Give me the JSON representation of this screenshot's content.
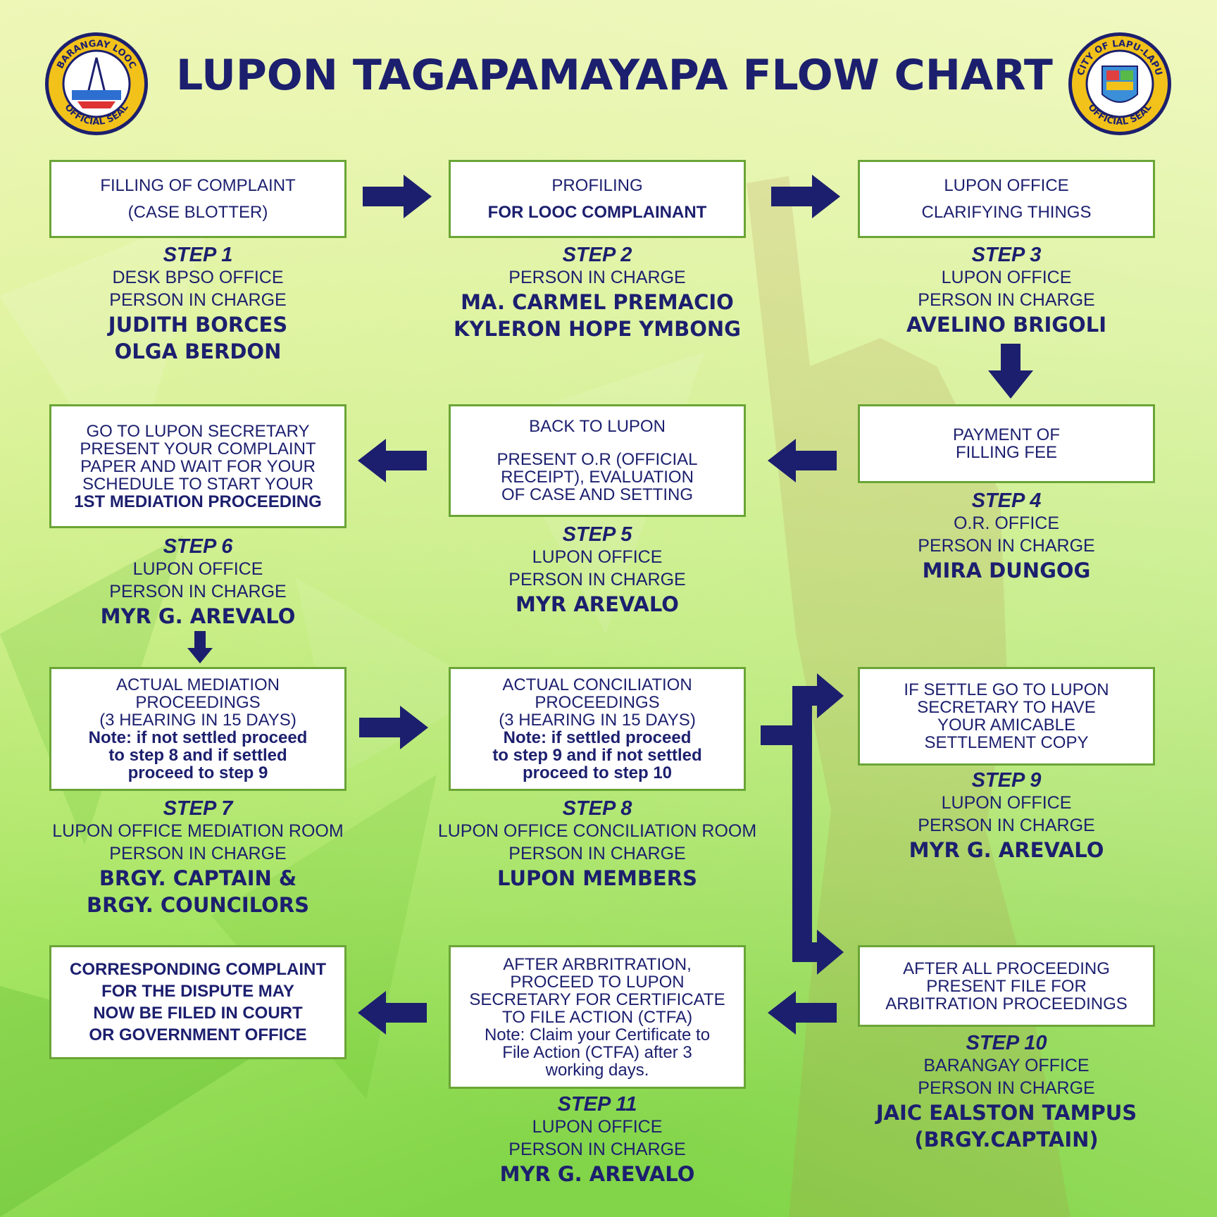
{
  "title": "LUPON TAGAPAMAYAPA FLOW CHART",
  "seal_left": {
    "top_text": "BARANGAY LOOC",
    "bottom_text": "OFFICIAL SEAL"
  },
  "seal_right": {
    "top_text": "CITY OF LAPU-LAPU",
    "bottom_text": "OFFICIAL SEAL"
  },
  "colors": {
    "navy": "#1c1f6e",
    "box_border": "#6aa536",
    "green": "#7cd93a",
    "yellow": "#f4f6a0"
  },
  "boxes": {
    "b1": {
      "line1": "FILLING OF COMPLAINT",
      "line2": "(CASE BLOTTER)"
    },
    "b2": {
      "line1": "PROFILING",
      "line2": "FOR LOOC COMPLAINANT"
    },
    "b3": {
      "line1": "LUPON OFFICE",
      "line2": "CLARIFYING THINGS"
    },
    "b4": {
      "line1": "PAYMENT OF",
      "line2": "FILLING FEE"
    },
    "b5": {
      "line1": "BACK TO LUPON",
      "line2": "PRESENT O.R (OFFICIAL",
      "line3": "RECEIPT), EVALUATION",
      "line4": "OF CASE AND SETTING"
    },
    "b6": {
      "line1": "GO TO LUPON SECRETARY",
      "line2": "PRESENT YOUR COMPLAINT",
      "line3": "PAPER AND WAIT FOR YOUR",
      "line4": "SCHEDULE TO START YOUR",
      "line5": "1ST MEDIATION PROCEEDING"
    },
    "b7": {
      "line1": "ACTUAL MEDIATION",
      "line2": "PROCEEDINGS",
      "line3": "(3 HEARING IN 15 DAYS)",
      "line4": "Note: if not settled proceed",
      "line5": "to step 8 and if settled",
      "line6": "proceed to step 9"
    },
    "b8": {
      "line1": "ACTUAL CONCILIATION",
      "line2": "PROCEEDINGS",
      "line3": "(3 HEARING IN 15 DAYS)",
      "line4": "Note: if settled proceed",
      "line5": "to step 9 and if not settled",
      "line6": "proceed to step 10"
    },
    "b9": {
      "line1": "IF SETTLE GO TO LUPON",
      "line2": "SECRETARY TO HAVE",
      "line3": "YOUR AMICABLE",
      "line4": "SETTLEMENT COPY"
    },
    "b10": {
      "line1": "AFTER ALL PROCEEDING",
      "line2": "PRESENT FILE FOR",
      "line3": "ARBITRATION PROCEEDINGS"
    },
    "b11": {
      "line1": "AFTER ARBRITRATION,",
      "line2": "PROCEED TO LUPON",
      "line3": "SECRETARY FOR CERTIFICATE",
      "line4": "TO FILE ACTION (CTFA)",
      "line5": "Note: Claim your Certificate to",
      "line6": "File Action (CTFA) after 3",
      "line7": "working days."
    },
    "b12": {
      "line1": "CORRESPONDING COMPLAINT",
      "line2": "FOR THE DISPUTE MAY",
      "line3": "NOW BE FILED IN COURT",
      "line4": "OR GOVERNMENT OFFICE"
    }
  },
  "steps": {
    "s1": {
      "label": "STEP 1",
      "office": "DESK BPSO OFFICE",
      "pic": "PERSON IN CHARGE",
      "name1": "JUDITH BORCES",
      "name2": "OLGA BERDON"
    },
    "s2": {
      "label": "STEP 2",
      "pic": "PERSON IN CHARGE",
      "name1": "MA. CARMEL PREMACIO",
      "name2": "KYLERON HOPE YMBONG"
    },
    "s3": {
      "label": "STEP 3",
      "office": "LUPON OFFICE",
      "pic": "PERSON IN CHARGE",
      "name1": "AVELINO BRIGOLI"
    },
    "s4": {
      "label": "STEP 4",
      "office": "O.R. OFFICE",
      "pic": "PERSON IN CHARGE",
      "name1": "MIRA DUNGOG"
    },
    "s5": {
      "label": "STEP 5",
      "office": "LUPON OFFICE",
      "pic": "PERSON IN CHARGE",
      "name1": "MYR AREVALO"
    },
    "s6": {
      "label": "STEP 6",
      "office": "LUPON OFFICE",
      "pic": "PERSON IN CHARGE",
      "name1": "MYR G. AREVALO"
    },
    "s7": {
      "label": "STEP 7",
      "office": "LUPON OFFICE MEDIATION ROOM",
      "pic": "PERSON IN CHARGE",
      "name1": "BRGY. CAPTAIN &",
      "name2": "BRGY. COUNCILORS"
    },
    "s8": {
      "label": "STEP 8",
      "office": "LUPON OFFICE CONCILIATION ROOM",
      "pic": "PERSON IN CHARGE",
      "name1": "LUPON MEMBERS"
    },
    "s9": {
      "label": "STEP 9",
      "office": "LUPON OFFICE",
      "pic": "PERSON IN CHARGE",
      "name1": "MYR G. AREVALO"
    },
    "s10": {
      "label": "STEP 10",
      "office": "BARANGAY OFFICE",
      "pic": "PERSON IN CHARGE",
      "name1": "JAIC EALSTON TAMPUS",
      "name2": "(BRGY.CAPTAIN)"
    },
    "s11": {
      "label": "STEP 11",
      "office": "LUPON OFFICE",
      "pic": "PERSON IN CHARGE",
      "name1": "MYR G. AREVALO"
    }
  }
}
